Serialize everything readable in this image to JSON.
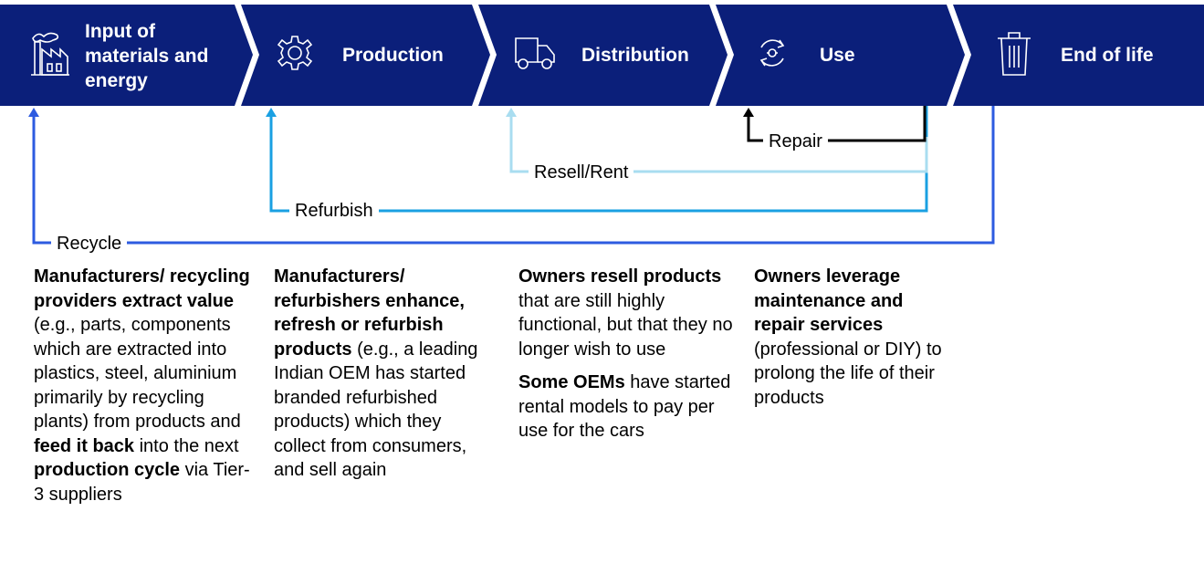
{
  "stages": [
    {
      "label": "Input of materials and energy",
      "icon": "factory-icon"
    },
    {
      "label": "Production",
      "icon": "gear-icon"
    },
    {
      "label": "Distribution",
      "icon": "truck-icon"
    },
    {
      "label": "Use",
      "icon": "cycle-icon"
    },
    {
      "label": "End of life",
      "icon": "trash-bin-icon"
    }
  ],
  "loops": {
    "repair": "Repair",
    "resell": "Resell/Rent",
    "refurbish": "Refurbish",
    "recycle": "Recycle"
  },
  "colors": {
    "navy": "#0b1f7a",
    "repair": "#000000",
    "resell": "#a9ddf0",
    "refurbish": "#1aa0e2",
    "recycle": "#2d5be0"
  },
  "descriptions": {
    "recycle": {
      "b1": "Manufacturers/ recycling providers extract value",
      "t1": " (e.g., parts, components which are extracted into plastics, steel, aluminium primarily by recycling plants) from products and ",
      "b2": "feed it back",
      "t2": " into the next ",
      "b3": "production cycle",
      "t3": " via Tier-3 suppliers"
    },
    "refurbish": {
      "b1": "Manufacturers/ refurbishers enhance, refresh or refurbish products",
      "t1": " (e.g., a leading Indian OEM has started branded refurbished products) which they collect from consumers, and sell again"
    },
    "resell": {
      "b1": "Owners resell products",
      "t1": " that are still highly functional, but that they no longer wish to use",
      "b2": "Some OEMs",
      "t2": " have started rental models to pay per use for the cars"
    },
    "repair": {
      "b1": "Owners leverage maintenance and repair services",
      "t1": " (professional or DIY) to prolong the life of their products"
    }
  }
}
